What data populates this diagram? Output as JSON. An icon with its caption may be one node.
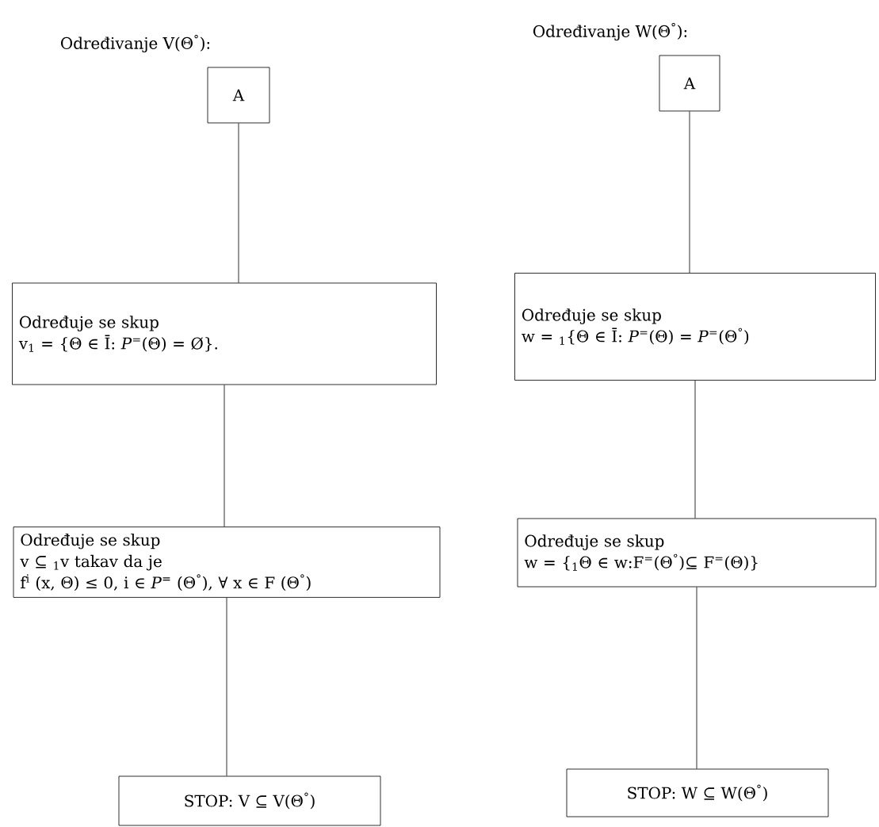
{
  "diagram": {
    "nodes": [
      {
        "text": [
          "A"
        ]
      },
      {
        "text": [
          "Određuje se skup",
          "v$_{1}$ = {Θ ∈ Ī: *P*$^{=}$(Θ) = Ø}."
        ]
      },
      {
        "text": [
          "Određuje se skup",
          "v ⊆ $_{1}$v  takav da je",
          "f$^{i}$ (x, Θ) ≤ 0, i ∈ *P*$^{=}$ (Θ$^{°}$), ∀ x ∈ F (Θ$^{°}$)"
        ]
      },
      {
        "text": [
          "STOP:  V ⊆ V(Θ$^{°}$)"
        ]
      },
      {
        "text": [
          "A"
        ]
      },
      {
        "text": [
          "Određuje se skup",
          "w = $_{1}${Θ ∈ Ī: *P*$^{=}$(Θ) = *P*$^{=}$(Θ$^{°}$)"
        ]
      },
      {
        "text": [
          "Određuje se skup",
          "w = {$_{1}$Θ ∈ w:F$^{=}$(Θ$^{°}$)⊆ F$^{=}$(Θ)}"
        ]
      },
      {
        "text": [
          "STOP:  W ⊆ W(Θ$^{°}$)"
        ]
      }
    ],
    "edges": [
      {
        "from": 0,
        "to": 1,
        "arrow": "none"
      },
      {
        "from": 1,
        "to": 2,
        "arrow": "none"
      },
      {
        "from": 2,
        "to": 3,
        "arrow": "none"
      },
      {
        "from": 4,
        "to": 5,
        "arrow": "none"
      },
      {
        "from": 5,
        "to": 6,
        "arrow": "none"
      },
      {
        "from": 6,
        "to": 7,
        "arrow": "none"
      }
    ],
    "labels": [
      "Određivanje V(Θ$^{°}$):",
      "Određivanje W(Θ$^{°}$):"
    ]
  }
}
